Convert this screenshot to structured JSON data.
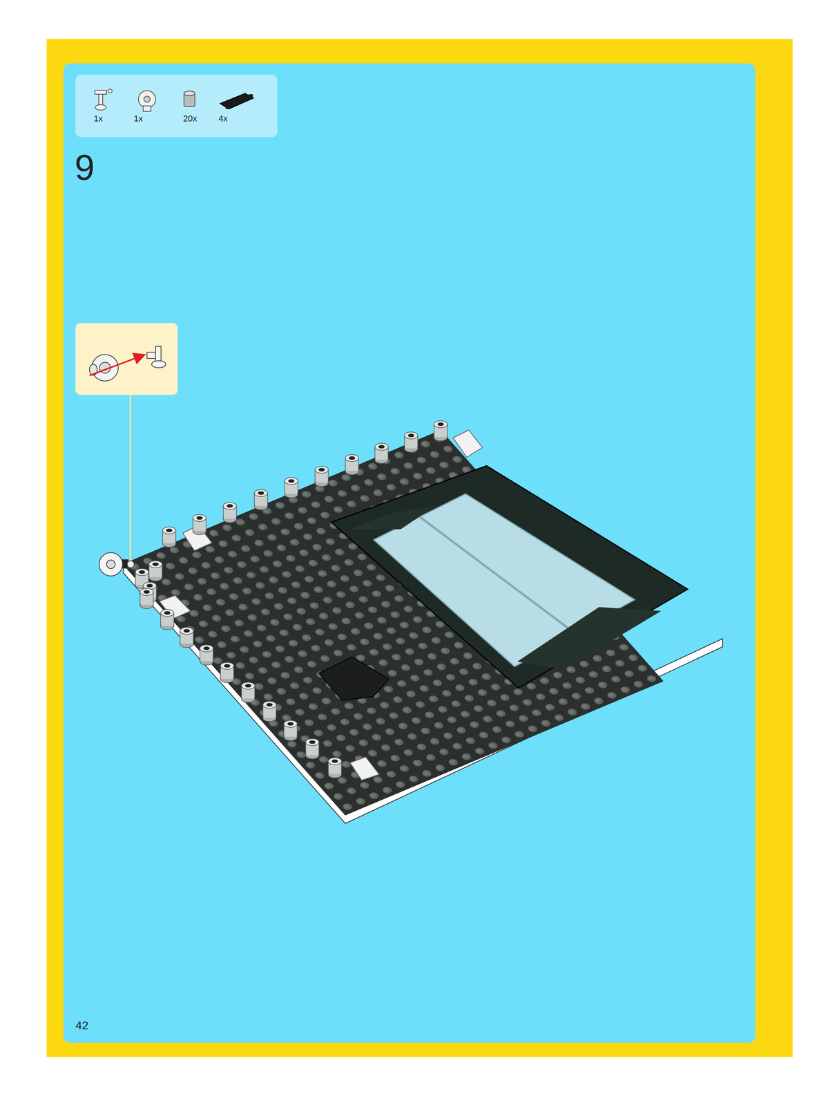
{
  "diagram": {
    "labels": [
      "1x",
      "1x",
      "20x",
      "4x",
      "9",
      "42"
    ]
  }
}
